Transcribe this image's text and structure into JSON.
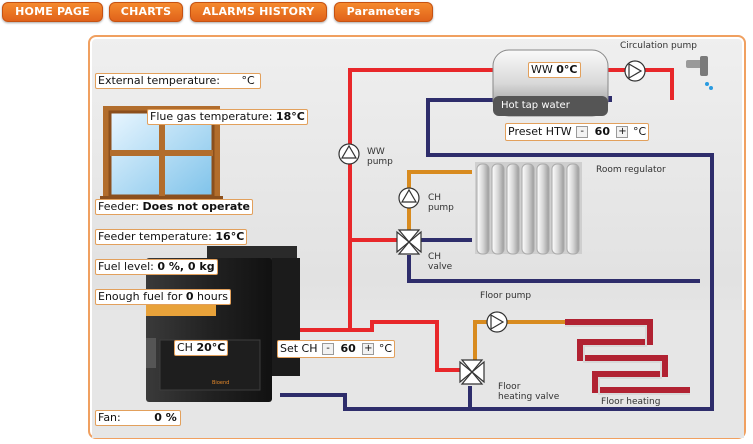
{
  "nav": {
    "home": "HOME PAGE",
    "charts": "CHARTS",
    "alarms": "ALARMS HISTORY",
    "params": "Parameters"
  },
  "readings": {
    "external_label": "External temperature:",
    "external_unit": "°C",
    "flue_label": "Flue gas temperature:",
    "flue_value": "18°C",
    "feeder_label": "Feeder:",
    "feeder_value": "Does not operate",
    "feeder_temp_label": "Feeder temperature:",
    "feeder_temp_value": "16°C",
    "fuel_level_label": "Fuel level:",
    "fuel_level_value": "0 %, 0 kg",
    "enough_label": "Enough fuel for",
    "enough_value": "0",
    "enough_unit": "hours",
    "ch_label": "CH",
    "ch_value": "20°C",
    "fan_label": "Fan:",
    "fan_value": "0 %",
    "ww_label": "WW",
    "ww_value": "0°C"
  },
  "controls": {
    "preset_htw_label": "Preset HTW",
    "preset_htw_value": "60",
    "preset_htw_unit": "°C",
    "set_ch_label": "Set CH",
    "set_ch_value": "60",
    "set_ch_unit": "°C",
    "minus": "-",
    "plus": "+"
  },
  "captions": {
    "circulation_pump": "Circulation pump",
    "hot_tap_water": "Hot tap water",
    "ww_pump_1": "WW",
    "ww_pump_2": "pump",
    "room_regulator": "Room regulator",
    "ch_pump_1": "CH",
    "ch_pump_2": "pump",
    "ch_valve_1": "CH",
    "ch_valve_2": "valve",
    "floor_pump": "Floor pump",
    "floor_valve_1": "Floor",
    "floor_valve_2": "heating valve",
    "floor_heating": "Floor heating",
    "boiler_brand": "Bioend"
  },
  "colors": {
    "accent": "#e8701f",
    "hot_pipe": "#e8272a",
    "return_pipe": "#2e2d6b",
    "ch_pipe": "#d88b1f"
  }
}
